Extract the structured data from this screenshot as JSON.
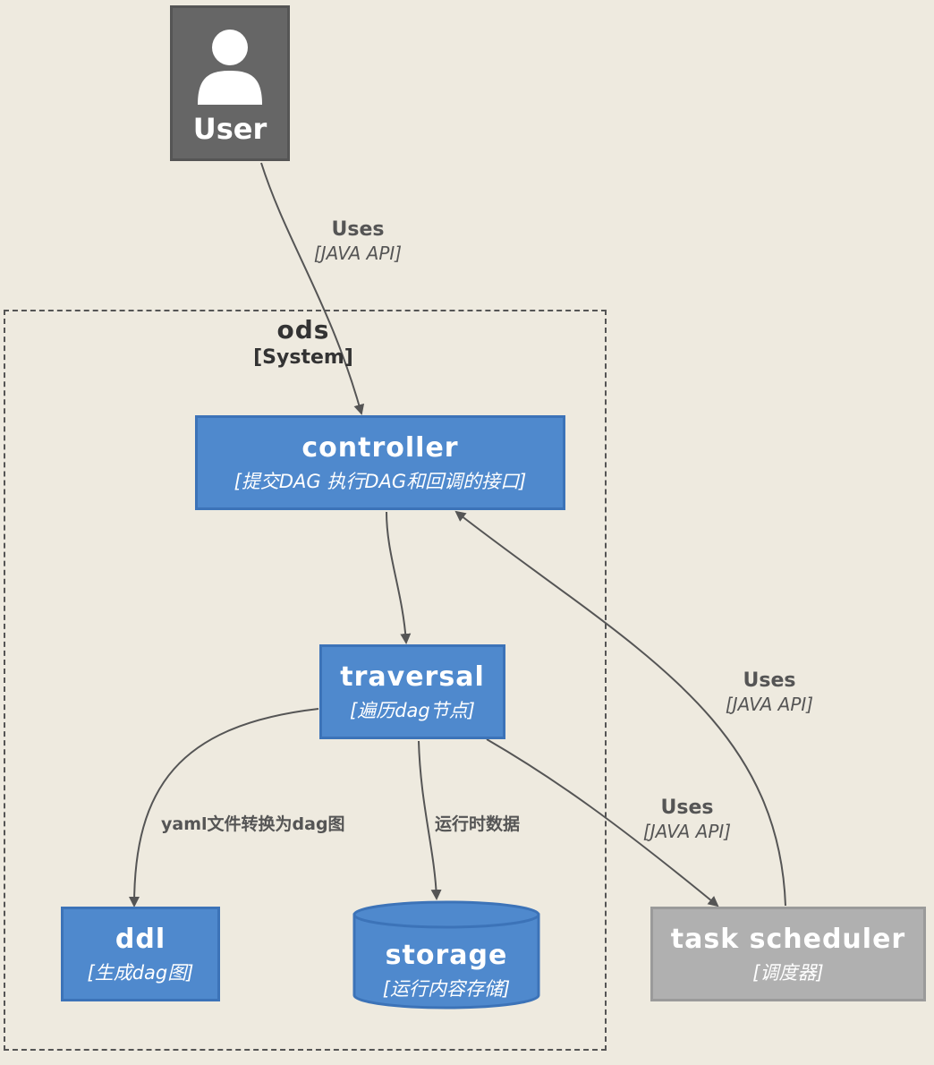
{
  "user": {
    "label": "User",
    "icon": "person-icon"
  },
  "system": {
    "name": "ods",
    "type": "[System]"
  },
  "nodes": {
    "controller": {
      "name": "controller",
      "desc": "[提交DAG 执行DAG和回调的接口]"
    },
    "traversal": {
      "name": "traversal",
      "desc": "[遍历dag节点]"
    },
    "ddl": {
      "name": "ddl",
      "desc": "[生成dag图]"
    },
    "storage": {
      "name": "storage",
      "desc": "[运行内容存储]"
    },
    "scheduler": {
      "name": "task scheduler",
      "desc": "[调度器]"
    }
  },
  "edges": {
    "user_controller": {
      "label": "Uses",
      "tech": "[JAVA API]"
    },
    "scheduler_controller": {
      "label": "Uses",
      "tech": "[JAVA API]"
    },
    "traversal_scheduler": {
      "label": "Uses",
      "tech": "[JAVA API]"
    },
    "traversal_ddl": {
      "label": "yaml文件转换为dag图"
    },
    "traversal_storage": {
      "label": "运行时数据"
    }
  },
  "colors": {
    "container": "#4f89cd",
    "external": "#b0b0b0",
    "person": "#666666",
    "background": "#eeeadf"
  }
}
